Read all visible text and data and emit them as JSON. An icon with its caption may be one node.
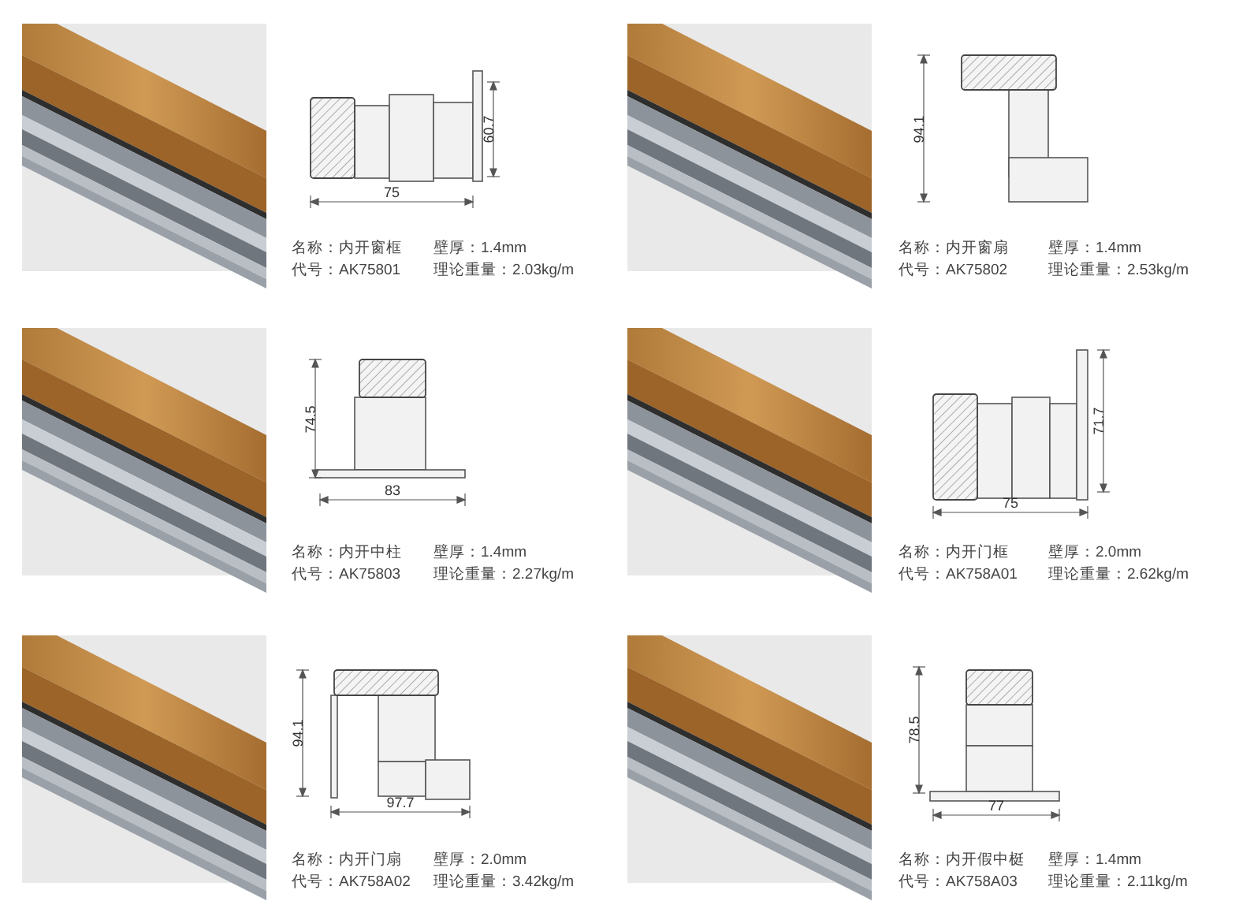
{
  "diagram": {
    "labels": [
      "60.7",
      "75",
      "名称：内开窗框",
      "壁厚：1.4mm",
      "代号：AK75801",
      "理论重量：2.03kg/m",
      "94.1",
      "名称：内开窗扇",
      "壁厚：1.4mm",
      "代号：AK75802",
      "理论重量：2.53kg/m",
      "74.5",
      "83",
      "名称：内开中柱",
      "壁厚：1.4mm",
      "代号：AK75803",
      "理论重量：2.27kg/m",
      "71.7",
      "75",
      "名称：内开门框",
      "壁厚：2.0mm",
      "代号：AK758A01",
      "理论重量：2.62kg/m",
      "94.1",
      "97.7",
      "名称：内开门扇",
      "壁厚：2.0mm",
      "代号：AK758A02",
      "理论重量：3.42kg/m",
      "78.5",
      "77",
      "名称：内开假中梃",
      "壁厚：1.4mm",
      "代号：AK758A03",
      "理论重量：2.11kg/m"
    ]
  }
}
